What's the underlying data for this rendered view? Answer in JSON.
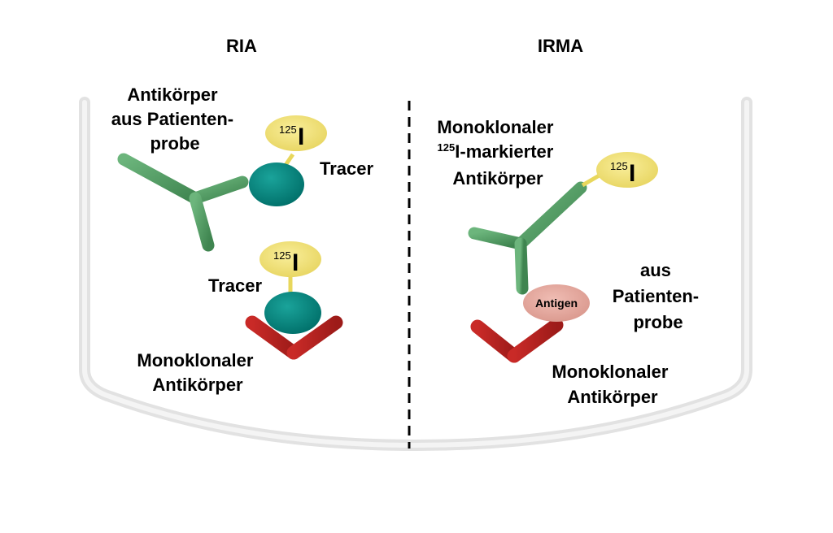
{
  "ria": {
    "title": "RIA",
    "patient_antibody_label": [
      "Antikörper",
      "aus Patienten-",
      "probe"
    ],
    "tracer_label_top": "Tracer",
    "tracer_label_bottom": "Tracer",
    "mono_antibody_label": [
      "Monoklonaler",
      "Antikörper"
    ],
    "isotope_top": {
      "mass": "125",
      "symbol": "I"
    },
    "isotope_bottom": {
      "mass": "125",
      "symbol": "I"
    }
  },
  "irma": {
    "title": "IRMA",
    "labeled_antibody_label": {
      "line1": "Monoklonaler",
      "line2_sup": "125",
      "line2_rest": "I-markierter",
      "line3": "Antikörper"
    },
    "antigen_label": "Antigen",
    "patient_label": [
      "aus",
      "Patienten-",
      "probe"
    ],
    "mono_antibody_label": [
      "Monoklonaler",
      "Antikörper"
    ],
    "isotope": {
      "mass": "125",
      "symbol": "I"
    }
  },
  "colors": {
    "green_antibody": "#4e9860",
    "red_antibody": "#bb2320",
    "tracer_teal": "#00807a",
    "iodine_yellow": "#f0e07a",
    "antigen_pink": "#e5a9a0",
    "well_outline": "#d8d8d8"
  }
}
